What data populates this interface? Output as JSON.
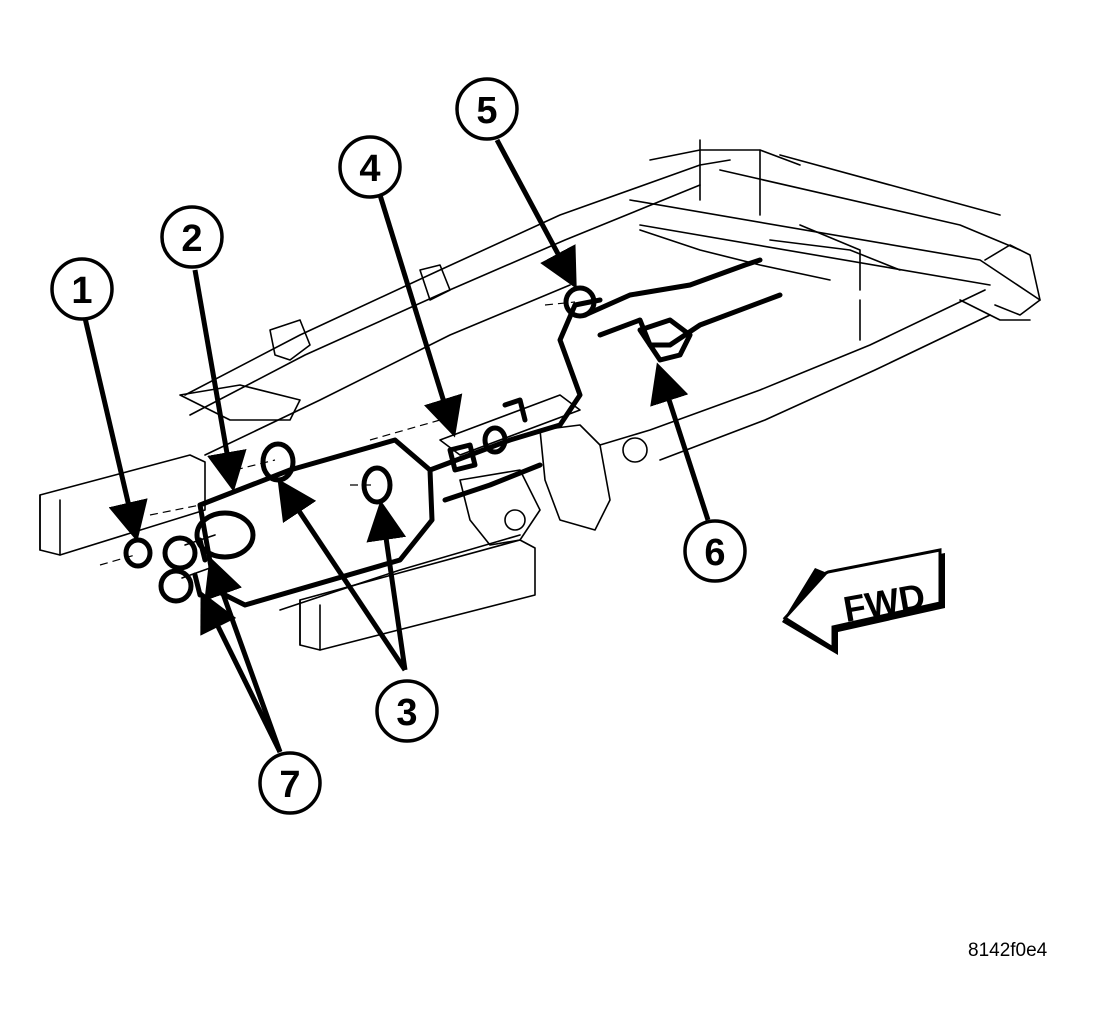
{
  "callouts": [
    {
      "id": "1",
      "label": "1"
    },
    {
      "id": "2",
      "label": "2"
    },
    {
      "id": "3",
      "label": "3"
    },
    {
      "id": "4",
      "label": "4"
    },
    {
      "id": "5",
      "label": "5"
    },
    {
      "id": "6",
      "label": "6"
    },
    {
      "id": "7",
      "label": "7"
    }
  ],
  "direction_label": "FWD",
  "figure_id": "8142f0e4"
}
